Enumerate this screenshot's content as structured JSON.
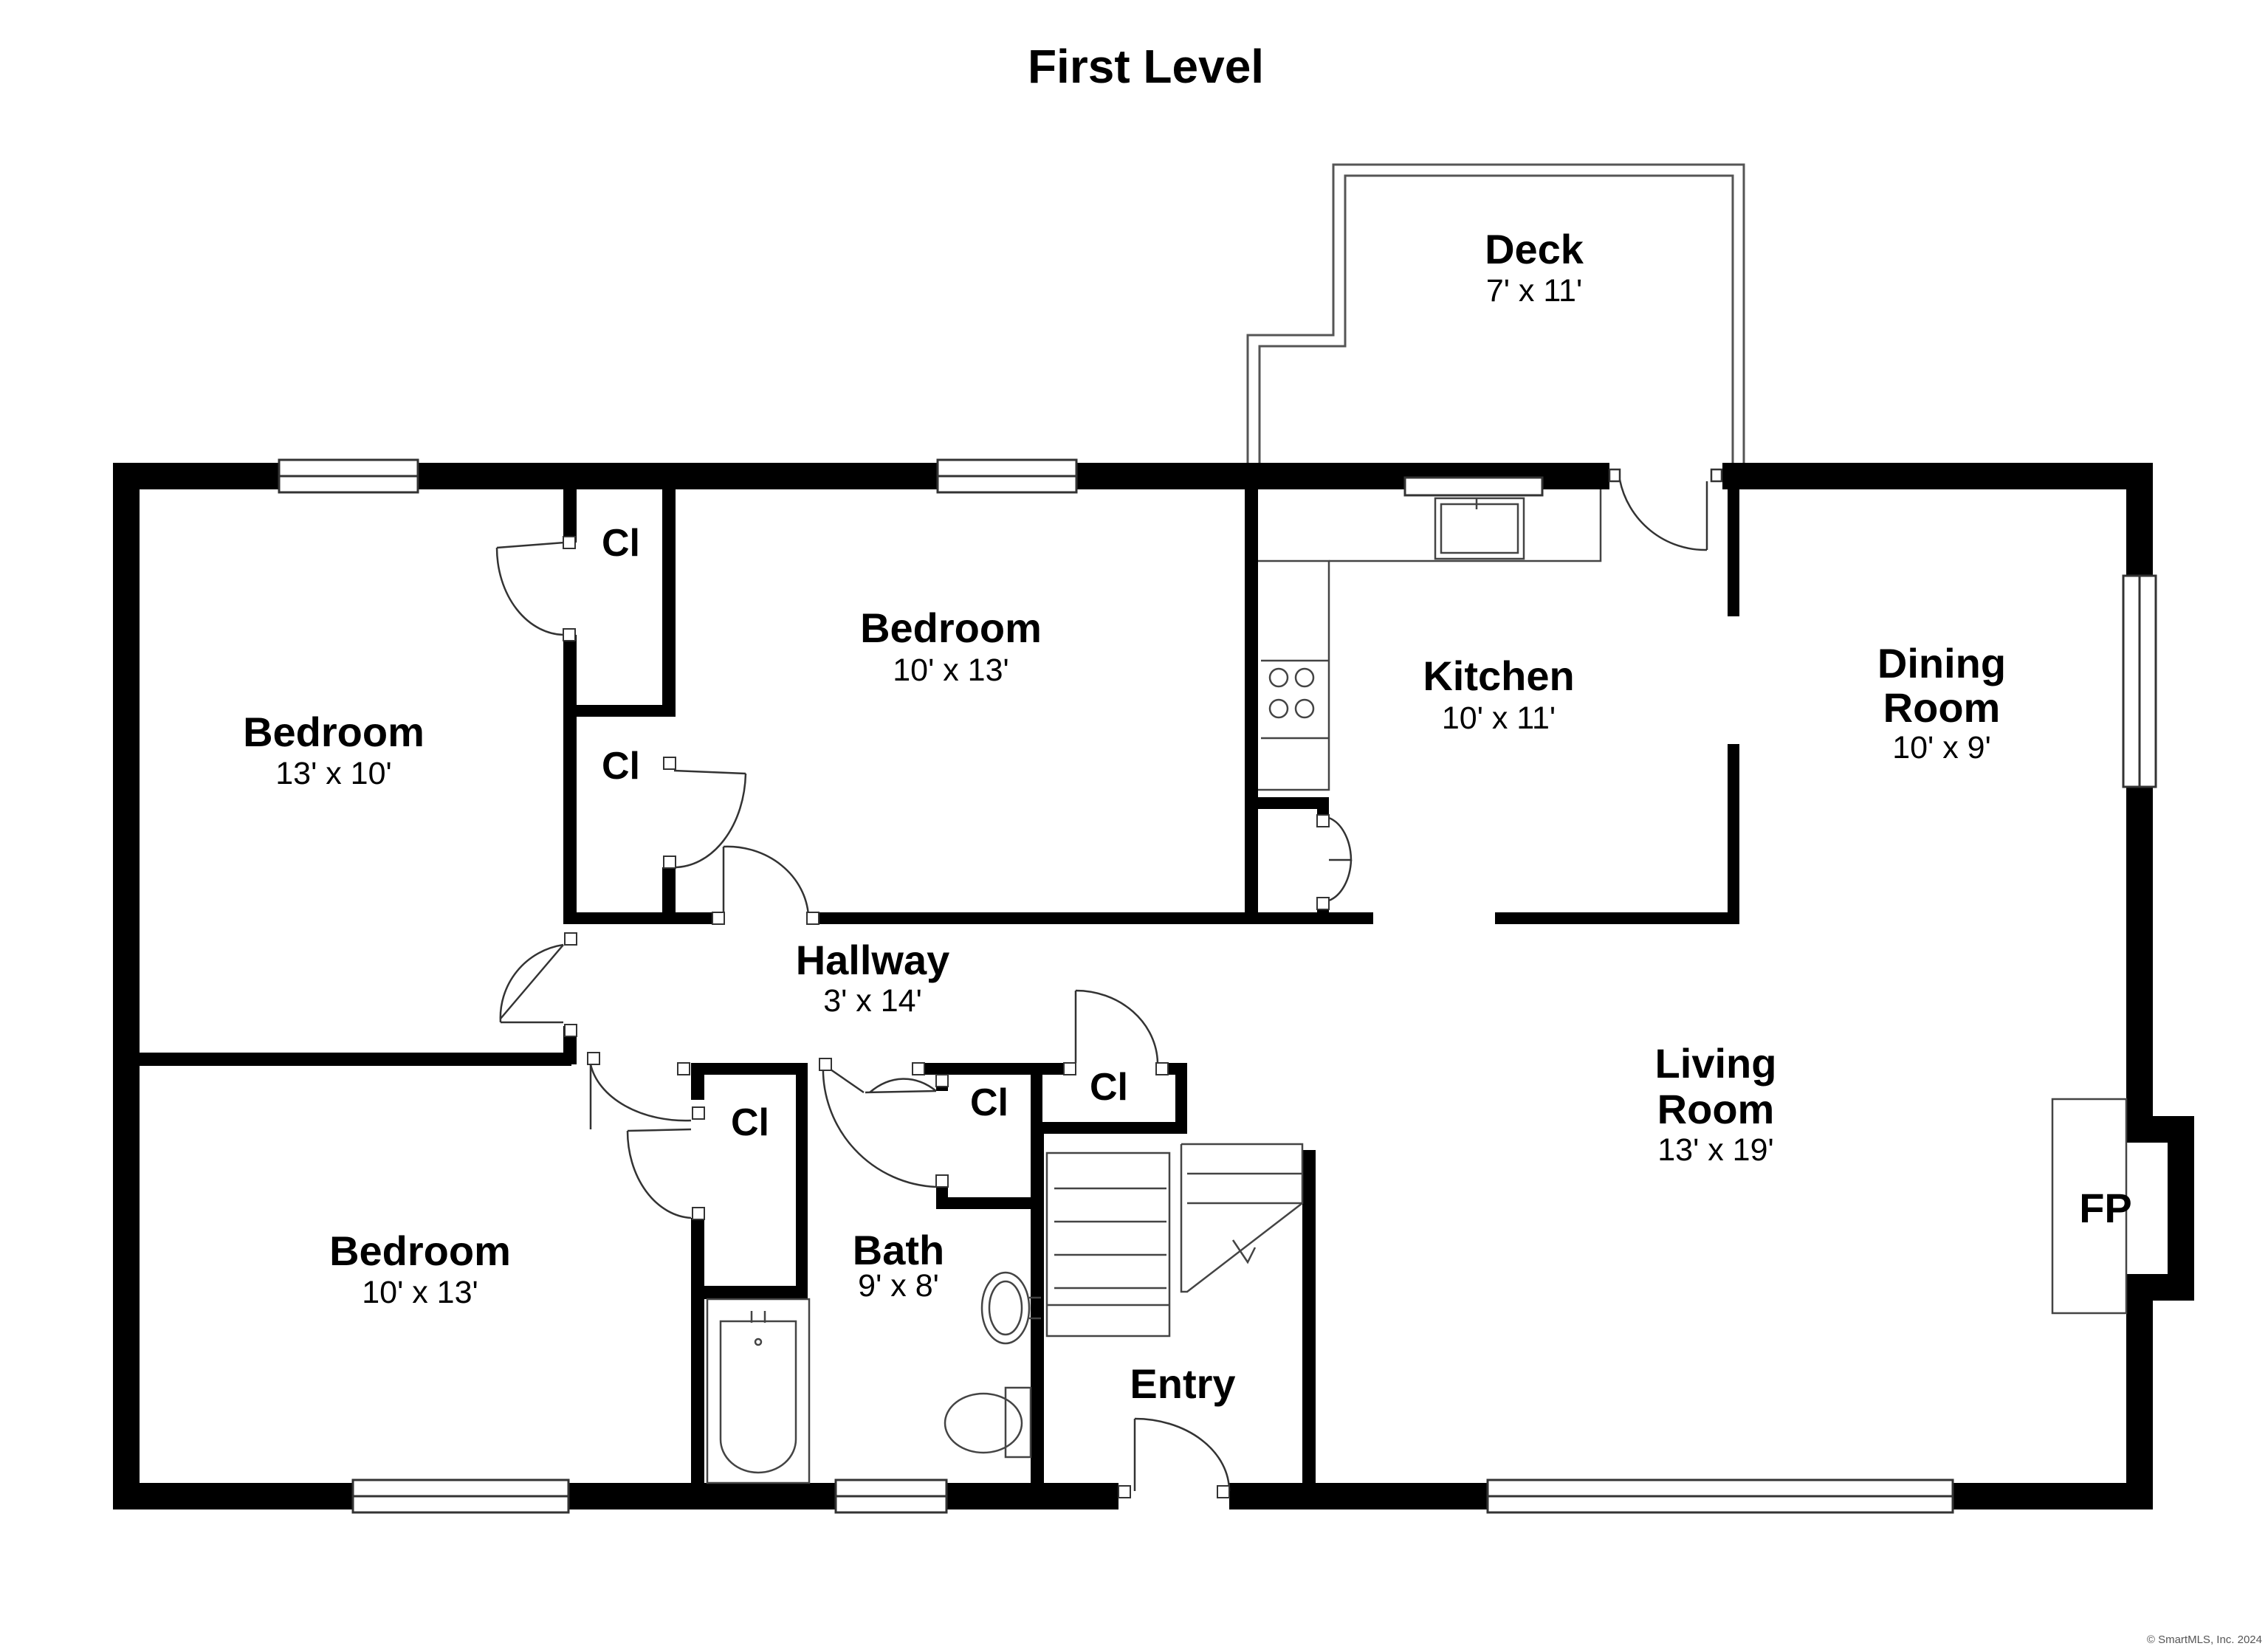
{
  "title": "First Level",
  "copyright": "© SmartMLS, Inc. 2024",
  "rooms": {
    "deck": {
      "name": "Deck",
      "dims": "7' x 11'"
    },
    "bedroom_tl": {
      "name": "Bedroom",
      "dims": "13' x 10'"
    },
    "bedroom_tc": {
      "name": "Bedroom",
      "dims": "10' x 13'"
    },
    "kitchen": {
      "name": "Kitchen",
      "dims": "10' x 11'"
    },
    "dining": {
      "name_line1": "Dining",
      "name_line2": "Room",
      "dims": "10' x 9'"
    },
    "hallway": {
      "name": "Hallway",
      "dims": "3' x 14'"
    },
    "living": {
      "name_line1": "Living",
      "name_line2": "Room",
      "dims": "13' x 19'"
    },
    "bedroom_bl": {
      "name": "Bedroom",
      "dims": "10' x 13'"
    },
    "bath": {
      "name": "Bath",
      "dims": "9' x 8'"
    },
    "entry": {
      "name": "Entry"
    }
  },
  "closets": {
    "cl_1": "Cl",
    "cl_2": "Cl",
    "cl_3": "Cl",
    "cl_4": "Cl",
    "cl_5": "Cl"
  },
  "fireplace": "FP"
}
